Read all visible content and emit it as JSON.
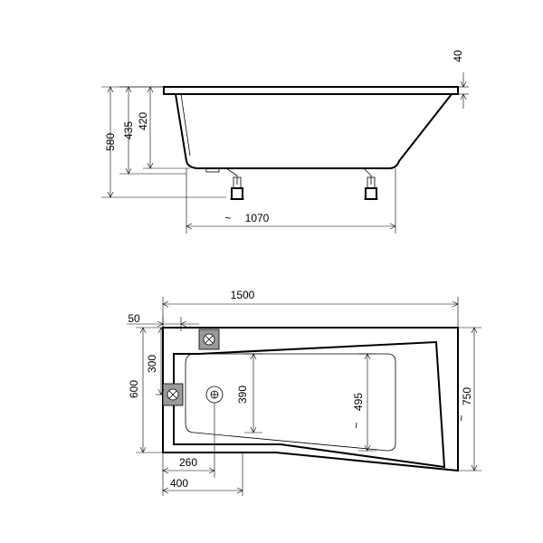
{
  "side_view": {
    "dims": {
      "d580": "580",
      "d435": "435",
      "d420": "420",
      "d40": "40",
      "d1070": "1070",
      "tilde": "~"
    }
  },
  "top_view": {
    "dims": {
      "d1500": "1500",
      "d50": "50",
      "d600": "600",
      "d300": "300",
      "d390": "390",
      "d495": "495",
      "d750": "750",
      "d260": "260",
      "d400": "400",
      "tilde": "~"
    }
  },
  "colors": {
    "line": "#000000",
    "fitting": "#9a9a9a",
    "background": "#ffffff"
  }
}
